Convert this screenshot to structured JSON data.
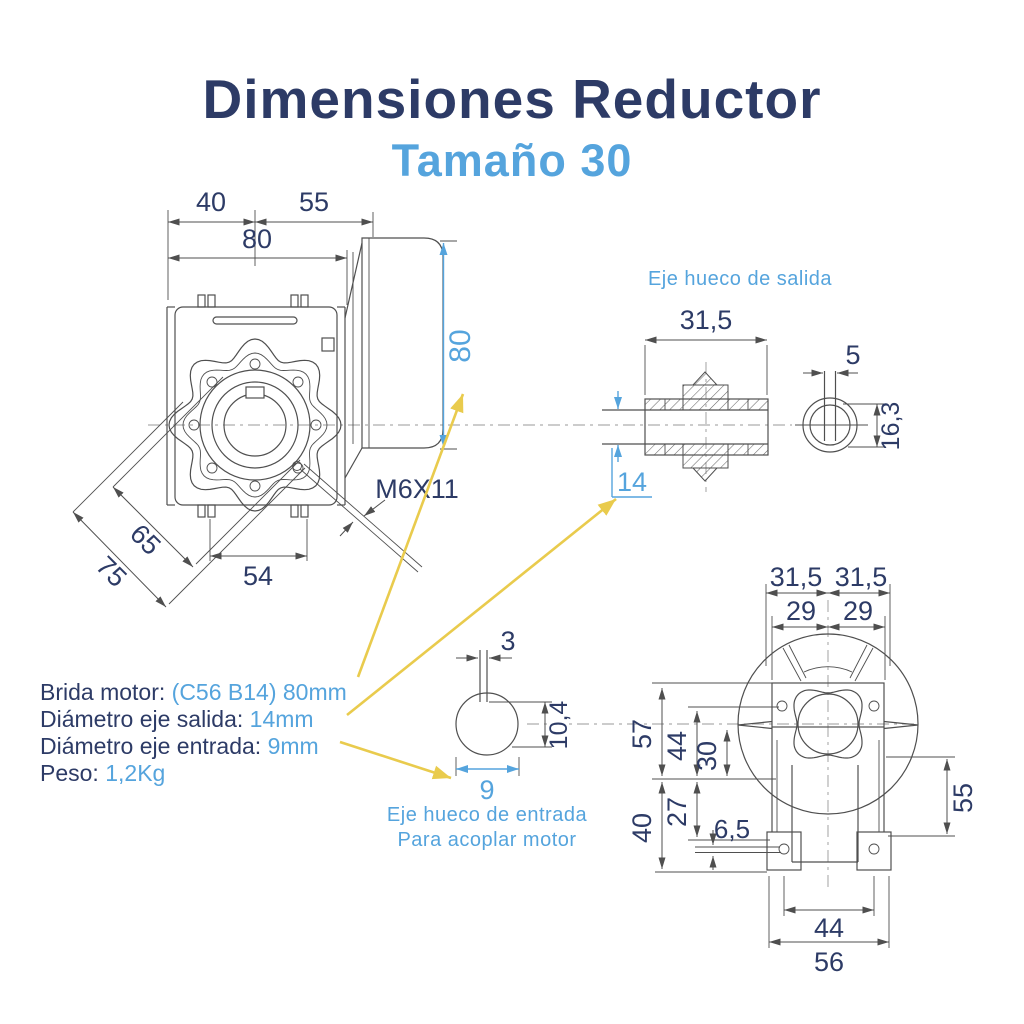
{
  "title": {
    "main": "Dimensiones Reductor",
    "subtitle": "Tamaño 30"
  },
  "specs": [
    {
      "label": "Brida motor: ",
      "value": "(C56  B14) 80mm"
    },
    {
      "label": "Diámetro eje salida: ",
      "value": "14mm"
    },
    {
      "label": "Diámetro eje entrada: ",
      "value": "9mm"
    },
    {
      "label": "Peso: ",
      "value": "1,2Kg"
    }
  ],
  "front_view": {
    "dim_top_left": "40",
    "dim_top_right": "55",
    "dim_width": "80",
    "dim_height": "80",
    "dim_diag_inner": "65",
    "dim_diag_outer": "75",
    "dim_bottom": "54",
    "screw_label": "M6X11"
  },
  "output_shaft": {
    "title": "Eje hueco de salida",
    "dim_width": "31,5",
    "dim_bore": "14",
    "dim_key_width": "5",
    "dim_key_depth": "16,3"
  },
  "input_shaft": {
    "title_line1": "Eje hueco de entrada",
    "title_line2": "Para acoplar motor",
    "dim_key_width": "3",
    "dim_key_depth": "10,4",
    "dim_bore": "9"
  },
  "rear_view": {
    "dim_half_left": "31,5",
    "dim_half_right": "31,5",
    "dim_inner_left": "29",
    "dim_inner_right": "29",
    "dim_v_57": "57",
    "dim_v_44": "44",
    "dim_v_30": "30",
    "dim_v_40": "40",
    "dim_v_27": "27",
    "dim_hole": "6,5",
    "dim_right_55": "55",
    "dim_feet_44": "44",
    "dim_base_56": "56"
  },
  "colors": {
    "navy": "#2d3b66",
    "blue": "#55a4dd",
    "yellow": "#e9cb4d",
    "line": "#4f4f4f"
  }
}
